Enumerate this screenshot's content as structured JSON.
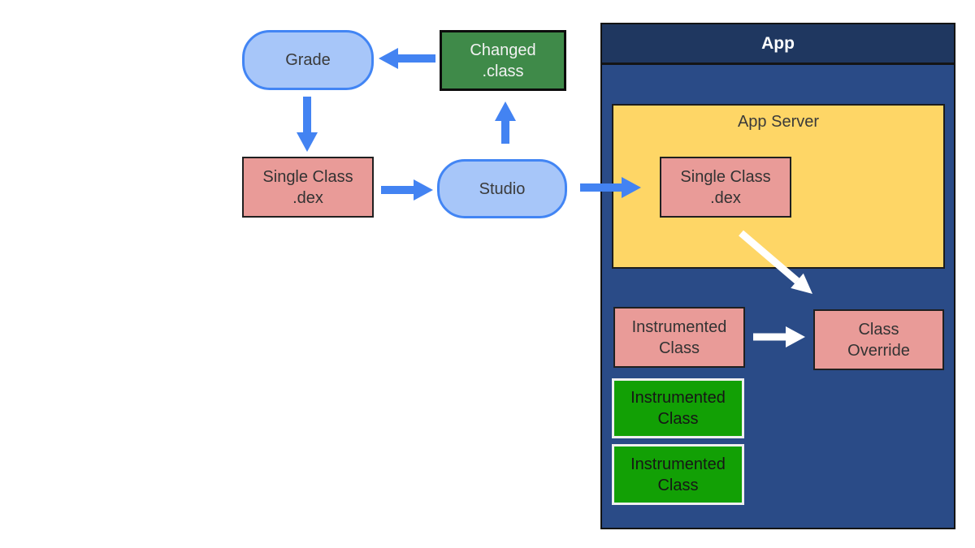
{
  "palette": {
    "canvas_bg": "#ffffff",
    "node_blue_fill": "#a7c6f9",
    "node_blue_border": "#4285f4",
    "arrow_blue": "#4383f2",
    "arrow_white": "#ffffff",
    "node_pink_fill": "#e99b98",
    "node_green_dark_fill": "#3f8a49",
    "node_green_bright_fill": "#12a005",
    "yellow_fill": "#fed666",
    "app_body_fill": "#2a4b87",
    "app_header_fill": "#1f3760"
  },
  "nodes": {
    "gradle": {
      "label": "Grade"
    },
    "changed_class": {
      "label": "Changed\n.class"
    },
    "single_class_dex": {
      "label": "Single Class\n.dex"
    },
    "studio": {
      "label": "Studio"
    }
  },
  "app": {
    "title": "App",
    "server": {
      "title": "App Server",
      "single_class_dex": {
        "label": "Single Class\n.dex"
      }
    },
    "instrumented_class": {
      "label": "Instrumented\nClass"
    },
    "class_override": {
      "label": "Class\nOverride"
    },
    "instrumented_classes": [
      {
        "label": "Instrumented\nClass"
      },
      {
        "label": "Instrumented\nClass"
      }
    ]
  }
}
